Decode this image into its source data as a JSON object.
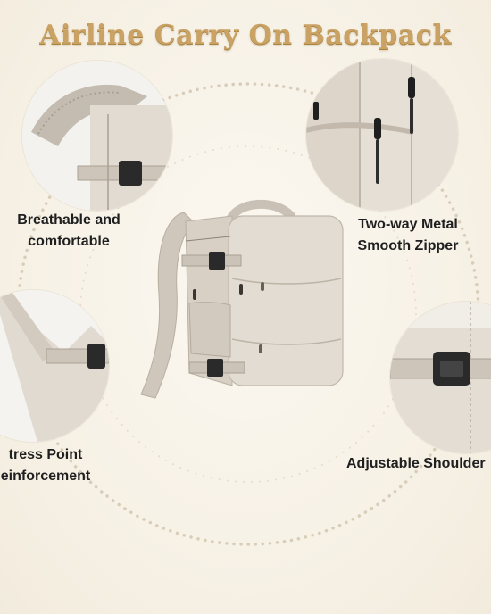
{
  "title": "Airline Carry On Backpack",
  "features": {
    "top_left": {
      "line1": "Breathable and",
      "line2": "comfortable"
    },
    "top_right": {
      "line1": "Two-way Metal",
      "line2": "Smooth Zipper"
    },
    "bottom_left": {
      "line1": "tress Point",
      "line2": "einforcement"
    },
    "bottom_right": {
      "line1": "Adjustable Shoulder"
    }
  },
  "colors": {
    "title_gold": "#c9a264",
    "backpack_beige": "#ddd5ca",
    "strap_beige": "#c9c1b5",
    "buckle_black": "#2a2a2a",
    "dot_ring": "#d8cdb8"
  }
}
